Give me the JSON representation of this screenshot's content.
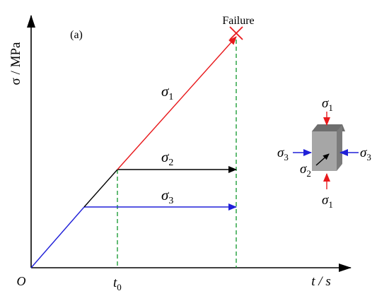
{
  "panel_label": "(a)",
  "y_axis_label": "σ / MPa",
  "x_axis_label": "t / s",
  "origin_label": "O",
  "t0_label": {
    "base": "t",
    "sub": "0"
  },
  "failure_label": "Failure",
  "sigma1_label": {
    "base": "σ",
    "sub": "1"
  },
  "sigma2_label": {
    "base": "σ",
    "sub": "2"
  },
  "sigma3_label": {
    "base": "σ",
    "sub": "3"
  },
  "specimen_labels": {
    "top": {
      "base": "σ",
      "sub": "1"
    },
    "bottom": {
      "base": "σ",
      "sub": "1"
    },
    "left": {
      "base": "σ",
      "sub": "3"
    },
    "right": {
      "base": "σ",
      "sub": "3"
    },
    "inner": {
      "base": "σ",
      "sub": "2"
    }
  },
  "colors": {
    "axis": "#000000",
    "sigma1": "#e8191c",
    "sigma2": "#000000",
    "sigma3": "#2020d8",
    "guide": "#1f9e3a",
    "block_front": "#a6a6a6",
    "block_top": "#6e6e6e",
    "block_side": "#7b7b7b"
  },
  "icons": {
    "failure_marker": "x-mark"
  }
}
